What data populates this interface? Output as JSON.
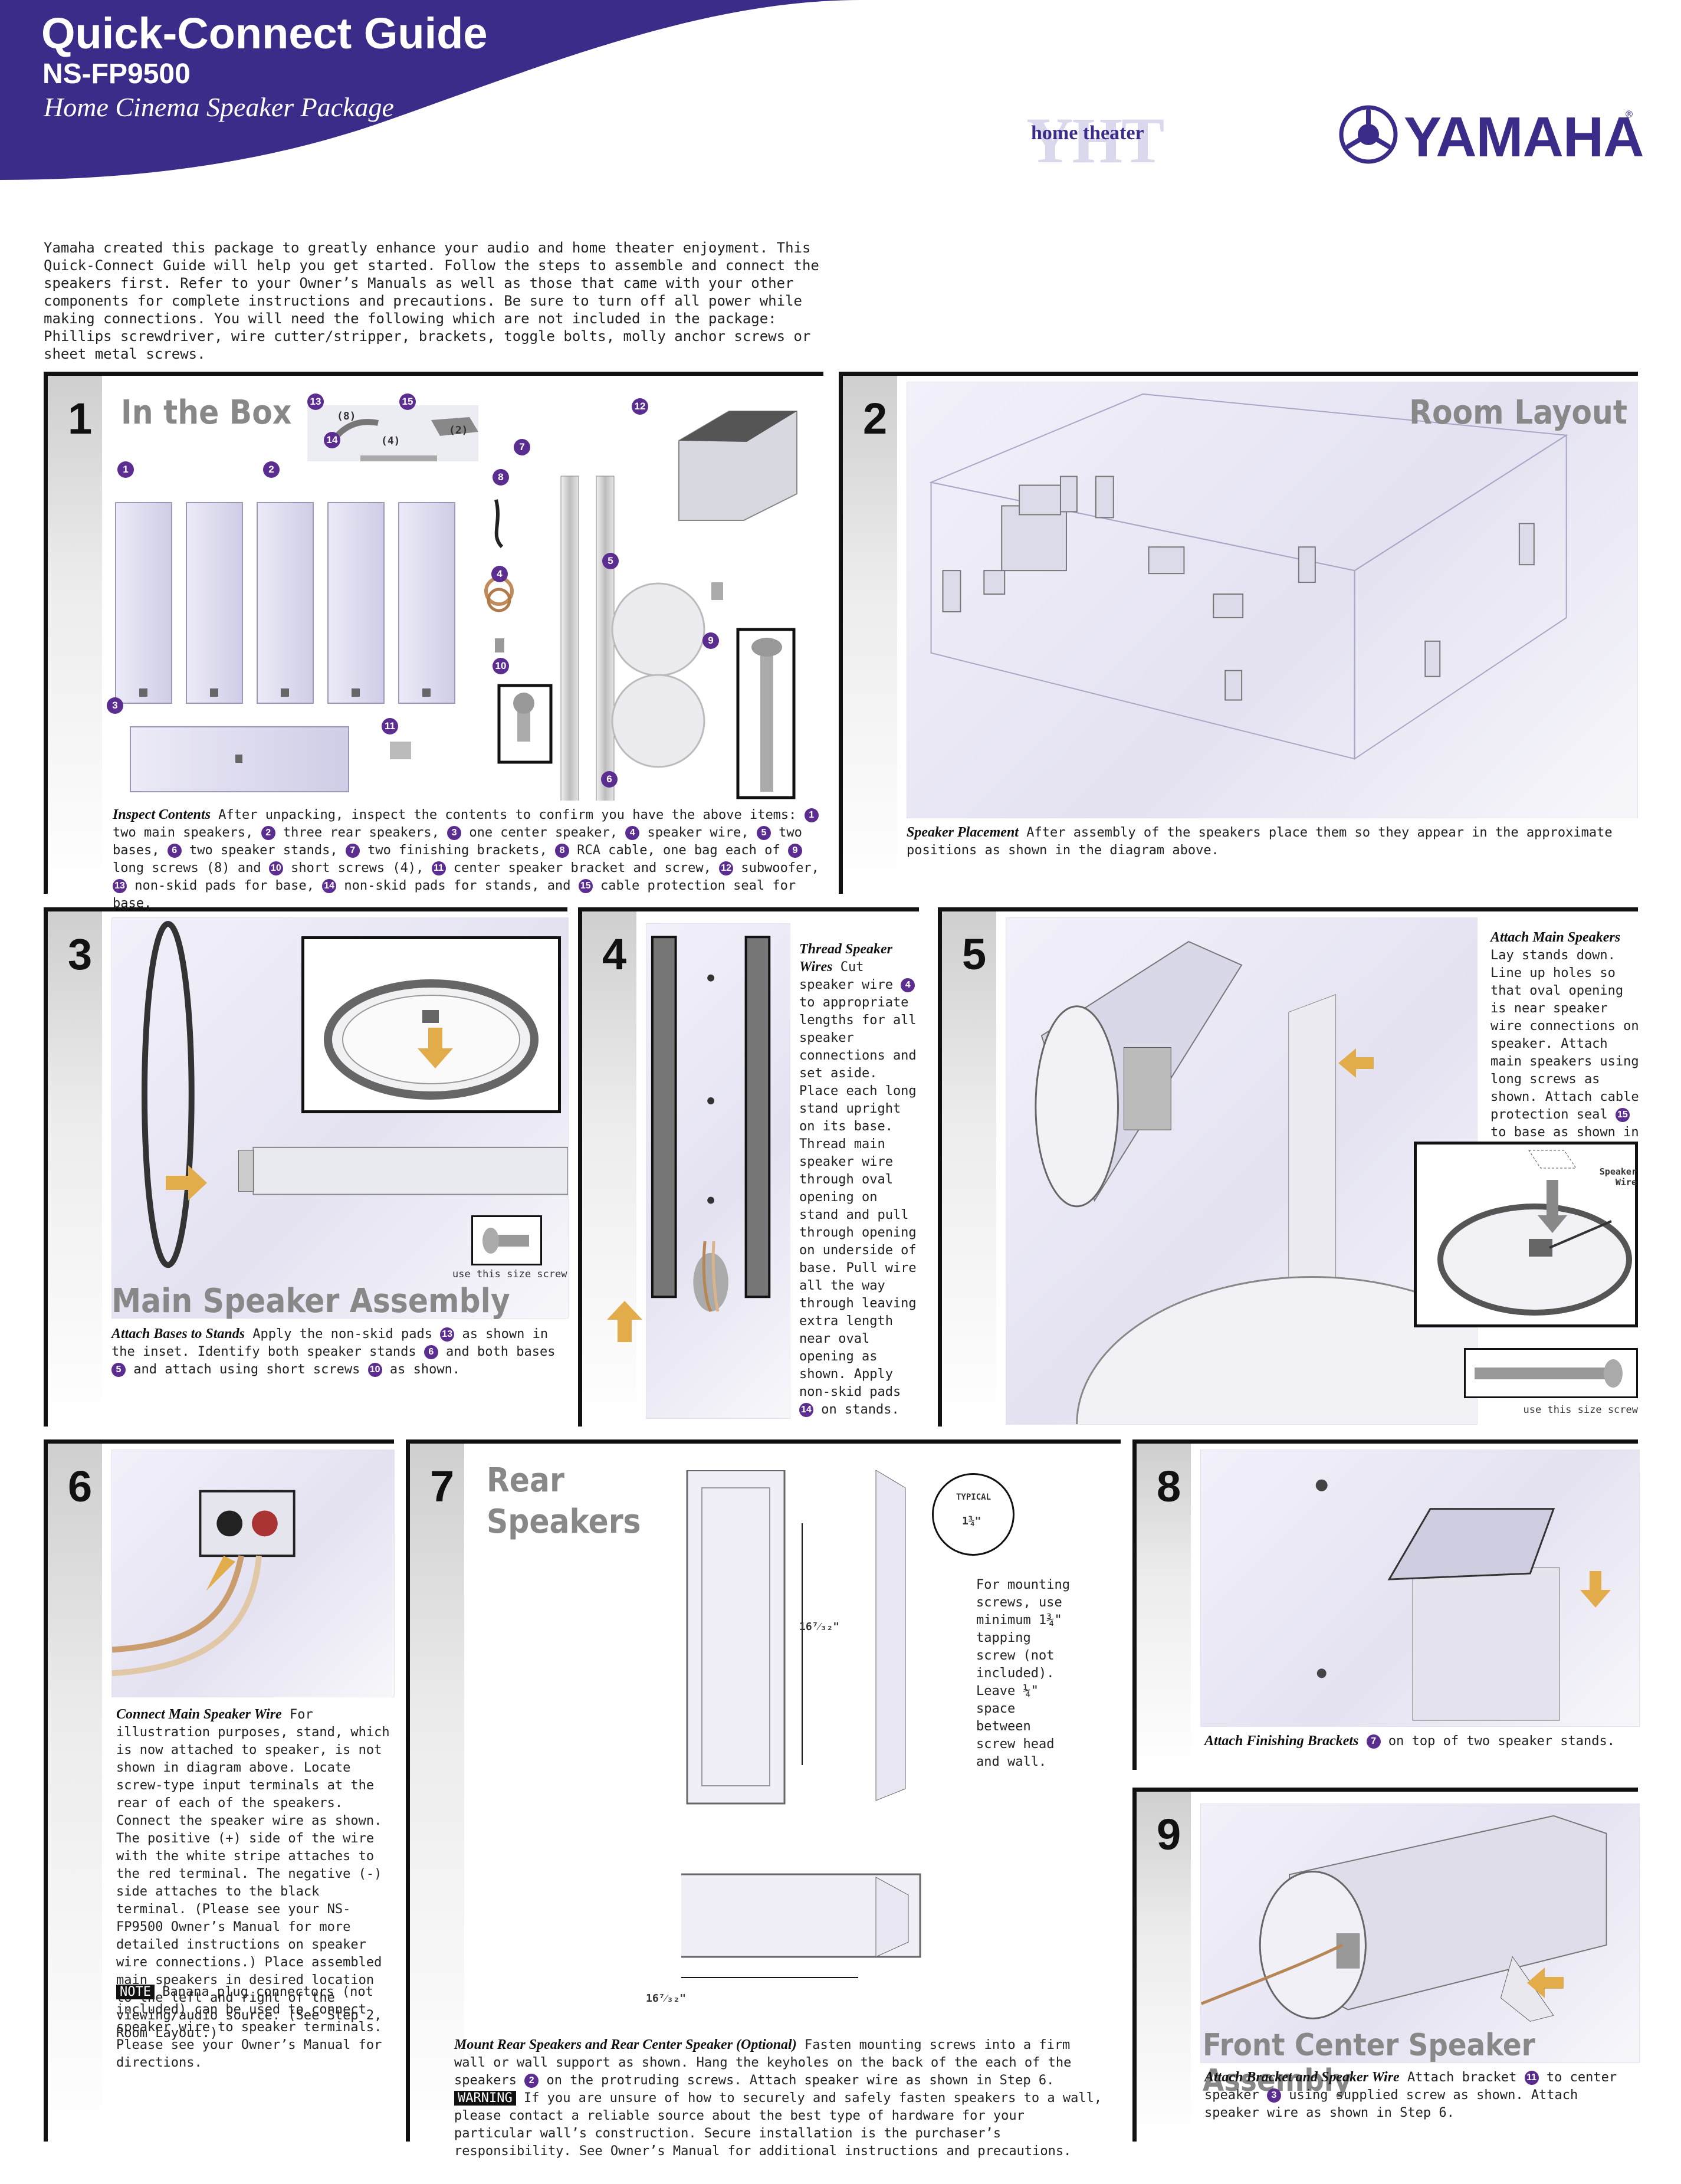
{
  "header": {
    "title": "Quick-Connect Guide",
    "model": "NS-FP9500",
    "subtitle": "Home Cinema Speaker Package",
    "bg_color": "#3b2c8a"
  },
  "home_theater": {
    "mark": "YHT",
    "label": "home theater"
  },
  "brand": {
    "name": "YAMAHA",
    "registered": "®",
    "color": "#3b2c8a"
  },
  "intro": "Yamaha created this package to greatly enhance your audio and home theater enjoyment. This Quick-Connect Guide will help you get started. Follow the steps to assemble and connect the speakers first. Refer to your Owner’s Manuals as well as those that came with your other components for complete instructions and precautions. Be sure to turn off all power while making connections. You will need the following which are not included in the package: Phillips screwdriver, wire cutter/stripper, brackets, toggle bolts, molly anchor screws or sheet metal screws.",
  "accent_color": "#5b2d90",
  "arrow_color": "#e3ac4a",
  "steps": {
    "s1": {
      "num": "1",
      "title": "In the Box",
      "lead": "Inspect Contents",
      "counts": {
        "pads_base": "(8)",
        "pads_stand": "(4)",
        "seal": "(2)"
      },
      "parts": [
        "1",
        "2",
        "3",
        "4",
        "5",
        "6",
        "7",
        "8",
        "9",
        "10",
        "11",
        "12",
        "13",
        "14",
        "15"
      ],
      "caption": [
        "After unpacking, inspect the contents to confirm you have the above items: ",
        "1",
        " two main speakers, ",
        "2",
        " three rear speakers, ",
        "3",
        " one center speaker, ",
        "4",
        " speaker wire, ",
        "5",
        " two bases, ",
        "6",
        " two speaker stands, ",
        "7",
        " two finishing brackets, ",
        "8",
        " RCA cable, one bag each of ",
        "9",
        " long screws (8) and ",
        "10",
        " short screws (4), ",
        "11",
        " center speaker bracket and screw, ",
        "12",
        " subwoofer, ",
        "13",
        " non-skid pads for base, ",
        "14",
        " non-skid pads for stands, and ",
        "15",
        " cable protection seal for base."
      ]
    },
    "s2": {
      "num": "2",
      "title": "Room Layout",
      "lead": "Speaker Placement",
      "caption": "After assembly of the speakers place them so they appear in the approximate positions as shown in the diagram above."
    },
    "s3": {
      "num": "3",
      "title": "Main Speaker Assembly",
      "lead": "Attach Bases to Stands",
      "screw_label": "use this size screw",
      "caption": [
        " Apply the non-skid pads ",
        "13",
        " as shown in the inset. Identify both speaker stands ",
        "6",
        " and both bases ",
        "5",
        " and attach using short screws ",
        "10",
        " as shown."
      ]
    },
    "s4": {
      "num": "4",
      "lead": "Thread Speaker Wires",
      "caption": [
        "  Cut speaker wire ",
        "4",
        " to appropriate lengths for all speaker connections and set aside. Place each long stand upright on its base. Thread main speaker wire through oval opening on stand and pull through opening on underside of base. Pull wire all the way through leaving extra length near oval opening as shown. Apply non-skid pads ",
        "14",
        " on stands."
      ]
    },
    "s5": {
      "num": "5",
      "lead": "Attach Main Speakers",
      "speaker_wire_label": "Speaker Wire",
      "screw_label": "use this size screw",
      "caption": [
        "  Lay stands down. Line up holes so that oval opening is near speaker wire connections on speaker. Attach main speakers using long screws as shown. Attach cable protection seal ",
        "15",
        " to base as shown in inset."
      ]
    },
    "s6": {
      "num": "6",
      "lead": "Connect Main Speaker Wire",
      "caption": "  For illustration purposes, stand, which is now attached to speaker, is not shown in diagram above. Locate screw-type input terminals at the rear of each of the speakers. Connect the speaker wire as shown. The positive (+) side of the wire with the white stripe attaches to the red terminal. The negative (-) side attaches to the black terminal. (Please see your NS-FP9500 Owner’s Manual for more detailed instructions on speaker wire connections.) Place assembled main speakers in desired location to the left and right of the viewing/audio source. (See Step 2, Room Layout.)",
      "note_label": "NOTE",
      "note": " Banana plug connectors (not included) can be used to connect speaker wire to speaker terminals. Please see your Owner’s Manual for directions."
    },
    "s7": {
      "num": "7",
      "title_line1": "Rear",
      "title_line2": "Speakers",
      "typical": "TYPICAL",
      "dim_inset": "1¾\"",
      "dim_tall": "16⁷⁄₃₂\"",
      "dim_wide": "16⁷⁄₃₂\"",
      "mount_note": "For mounting screws, use minimum 1¾\" tapping screw (not included). Leave ¼\" space between screw head and wall.",
      "lead": "Mount Rear Speakers and Rear Center Speaker (Optional)",
      "caption": [
        "  Fasten mounting screws into a firm wall or wall support as shown. Hang the keyholes on the back of the each of the speakers ",
        "2",
        " on the protruding screws. Attach speaker wire as shown in Step 6."
      ],
      "warning_label": "WARNING",
      "warning": " If you are unsure of how to securely and safely fasten speakers to a wall, please contact a reliable source about the best type of hardware for your particular wall’s construction. Secure installation is the purchaser’s responsibility. See Owner’s Manual for additional instructions and precautions."
    },
    "s8": {
      "num": "8",
      "lead": "Attach Finishing Brackets",
      "caption": [
        " ",
        "7",
        " on top of two speaker stands."
      ]
    },
    "s9": {
      "num": "9",
      "title": "Front Center Speaker Assembly",
      "lead": "Attach Bracket and Speaker Wire",
      "caption": [
        "  Attach bracket ",
        "11",
        " to center speaker ",
        "3",
        " using supplied screw as shown. Attach speaker wire as shown in Step 6."
      ]
    }
  }
}
